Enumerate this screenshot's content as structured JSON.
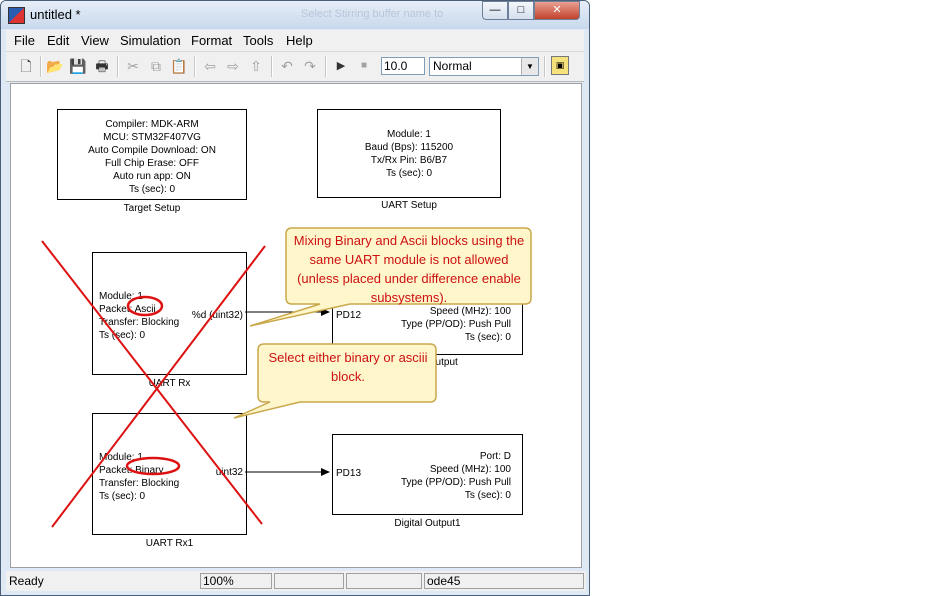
{
  "window": {
    "title": "untitled *",
    "ghost_title": "Select Stirring buffer name to",
    "min_label": "—",
    "max_label": "□",
    "close_label": "✕"
  },
  "menu": [
    "File",
    "Edit",
    "View",
    "Simulation",
    "Format",
    "Tools",
    "Help"
  ],
  "toolbar": {
    "stop_time": "10.0",
    "sim_mode": "Normal",
    "icons": [
      "new-icon",
      "open-icon",
      "save-icon",
      "print-icon",
      "cut-icon",
      "copy-icon",
      "paste-icon",
      "back-icon",
      "forward-icon",
      "up-icon",
      "undo-icon",
      "redo-icon",
      "play-icon",
      "stop-icon",
      "library-browser-icon"
    ]
  },
  "blocks": {
    "target_setup": {
      "lines": [
        "Compiler: MDK-ARM",
        "MCU: STM32F407VG",
        "Auto Compile Download: ON",
        "Full Chip Erase: OFF",
        "Auto run app: ON",
        "Ts (sec): 0"
      ],
      "caption": "Target Setup"
    },
    "uart_setup": {
      "lines": [
        "Module: 1",
        "Baud (Bps): 115200",
        "Tx/Rx Pin: B6/B7",
        "Ts (sec): 0"
      ],
      "caption": "UART Setup"
    },
    "uart_rx": {
      "lines": [
        "Module: 1",
        "Packet: Ascii",
        "Transfer: Blocking",
        "Ts (sec): 0"
      ],
      "output_port": "%d (uint32)",
      "caption": "UART Rx"
    },
    "uart_rx1": {
      "lines": [
        "Module: 1",
        "Packet: Binary",
        "Transfer: Blocking",
        "Ts (sec): 0"
      ],
      "output_port": "uint32",
      "caption": "UART Rx1"
    },
    "digital_output": {
      "input_port": "PD12",
      "lines": [
        "Speed (MHz): 100",
        "Type (PP/OD): Push Pull",
        "Ts (sec): 0"
      ],
      "caption": "Digital Output"
    },
    "digital_output1": {
      "input_port": "PD13",
      "lines": [
        "Port: D",
        "Speed (MHz): 100",
        "Type (PP/OD): Push Pull",
        "Ts (sec): 0"
      ],
      "caption": "Digital Output1"
    }
  },
  "callouts": {
    "mixing": "Mixing Binary and Ascii blocks using the same UART module is not allowed (unless placed under difference enable subsystems).",
    "select": "Select either binary or asciii block."
  },
  "status": {
    "state": "Ready",
    "zoom": "100%",
    "cell3": "",
    "cell4": "",
    "solver": "ode45"
  },
  "colors": {
    "annotation_red": "#dd1111",
    "callout_fill": "#fff8d0",
    "callout_border": "#c8a23a"
  }
}
